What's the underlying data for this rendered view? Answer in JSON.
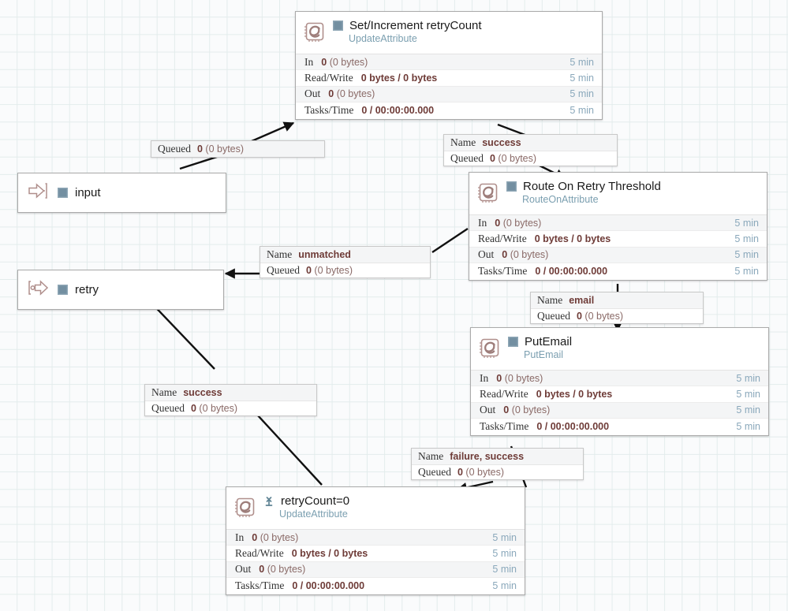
{
  "canvas": {
    "background_color": "#fafbfc",
    "grid_color": "#e3ecec",
    "connection_color": "#111111"
  },
  "colors": {
    "accent_component_outline": "#b08f8c",
    "type_text": "#7b9fb0",
    "metric_value": "#6e3b37",
    "metric_time": "#8aa8bb",
    "stopped_status": "#6f8fa3",
    "disabled_status": "#5f8394"
  },
  "stat_labels": {
    "in": "In",
    "read_write": "Read/Write",
    "out": "Out",
    "tasks_time": "Tasks/Time"
  },
  "conn_labels": {
    "name": "Name",
    "queued": "Queued"
  },
  "processors": [
    {
      "id": "set-increment-retrycount",
      "name": "Set/Increment retryCount",
      "type": "UpdateAttribute",
      "status": "stopped",
      "status_icon": "stop-square-icon",
      "chip_icon": "processor-chip-icon",
      "stats": {
        "in_value": "0",
        "in_bytes": "(0 bytes)",
        "in_time": "5 min",
        "read_write_value": "0 bytes / 0 bytes",
        "read_write_time": "5 min",
        "out_value": "0",
        "out_bytes": "(0 bytes)",
        "out_time": "5 min",
        "tasks_time_value": "0 / 00:00:00.000",
        "tasks_time_time": "5 min"
      }
    },
    {
      "id": "route-on-retry-threshold",
      "name": "Route On Retry Threshold",
      "type": "RouteOnAttribute",
      "status": "stopped",
      "status_icon": "stop-square-icon",
      "chip_icon": "processor-chip-icon",
      "stats": {
        "in_value": "0",
        "in_bytes": "(0 bytes)",
        "in_time": "5 min",
        "read_write_value": "0 bytes / 0 bytes",
        "read_write_time": "5 min",
        "out_value": "0",
        "out_bytes": "(0 bytes)",
        "out_time": "5 min",
        "tasks_time_value": "0 / 00:00:00.000",
        "tasks_time_time": "5 min"
      }
    },
    {
      "id": "putemail",
      "name": "PutEmail",
      "type": "PutEmail",
      "status": "stopped",
      "status_icon": "stop-square-icon",
      "chip_icon": "processor-chip-icon",
      "stats": {
        "in_value": "0",
        "in_bytes": "(0 bytes)",
        "in_time": "5 min",
        "read_write_value": "0 bytes / 0 bytes",
        "read_write_time": "5 min",
        "out_value": "0",
        "out_bytes": "(0 bytes)",
        "out_time": "5 min",
        "tasks_time_value": "0 / 00:00:00.000",
        "tasks_time_time": "5 min"
      }
    },
    {
      "id": "retrycount-zero",
      "name": "retryCount=0",
      "type": "UpdateAttribute",
      "status": "disabled",
      "status_icon": "disabled-plug-icon",
      "chip_icon": "processor-chip-icon",
      "stats": {
        "in_value": "0",
        "in_bytes": "(0 bytes)",
        "in_time": "5 min",
        "read_write_value": "0 bytes / 0 bytes",
        "read_write_time": "5 min",
        "out_value": "0",
        "out_bytes": "(0 bytes)",
        "out_time": "5 min",
        "tasks_time_value": "0 / 00:00:00.000",
        "tasks_time_time": "5 min"
      }
    }
  ],
  "ports": [
    {
      "id": "input",
      "name": "input",
      "kind": "input-port",
      "icon": "input-port-icon",
      "status_icon": "stop-square-icon"
    },
    {
      "id": "retry",
      "name": "retry",
      "kind": "output-port",
      "icon": "output-port-icon",
      "status_icon": "stop-square-icon"
    }
  ],
  "connections": [
    {
      "id": "input-to-set-increment",
      "has_name": false,
      "queued_value": "0",
      "queued_bytes": "(0 bytes)"
    },
    {
      "id": "set-increment-to-route",
      "has_name": true,
      "name_value": "success",
      "queued_value": "0",
      "queued_bytes": "(0 bytes)"
    },
    {
      "id": "route-unmatched-to-retry",
      "has_name": true,
      "name_value": "unmatched",
      "queued_value": "0",
      "queued_bytes": "(0 bytes)"
    },
    {
      "id": "route-email-to-putemail",
      "has_name": true,
      "name_value": "email",
      "queued_value": "0",
      "queued_bytes": "(0 bytes)"
    },
    {
      "id": "retrycount-success-to-retry",
      "has_name": true,
      "name_value": "success",
      "queued_value": "0",
      "queued_bytes": "(0 bytes)"
    },
    {
      "id": "putemail-failure-success-to-retrycount",
      "has_name": true,
      "name_value": "failure, success",
      "queued_value": "0",
      "queued_bytes": "(0 bytes)"
    }
  ]
}
